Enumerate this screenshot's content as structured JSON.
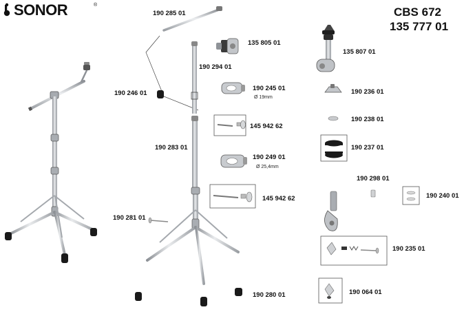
{
  "brand": {
    "name": "SONOR",
    "reg": "®"
  },
  "model": {
    "line1": "CBS 672",
    "line2": "135 777 01"
  },
  "parts": [
    {
      "id": "190 285 01"
    },
    {
      "id": "135 805 01"
    },
    {
      "id": "190 294 01"
    },
    {
      "id": "190 246 01"
    },
    {
      "id": "190 245 01"
    },
    {
      "id": "145 942 62"
    },
    {
      "id": "190 283 01"
    },
    {
      "id": "190 249 01"
    },
    {
      "id": "145 942 62"
    },
    {
      "id": "190 281 01"
    },
    {
      "id": "190 280 01"
    },
    {
      "id": "135 807 01"
    },
    {
      "id": "190 236 01"
    },
    {
      "id": "190 238 01"
    },
    {
      "id": "190 237 01"
    },
    {
      "id": "190 298 01"
    },
    {
      "id": "190 240 01"
    },
    {
      "id": "190 235 01"
    },
    {
      "id": "190 064 01"
    }
  ],
  "dims": {
    "d19": "Ø 19mm",
    "d25": "Ø 25,4mm"
  },
  "colors": {
    "metal": "#b9bcc0",
    "metal_dark": "#6f7378",
    "rubber": "#1a1a1a",
    "line": "#444444"
  }
}
